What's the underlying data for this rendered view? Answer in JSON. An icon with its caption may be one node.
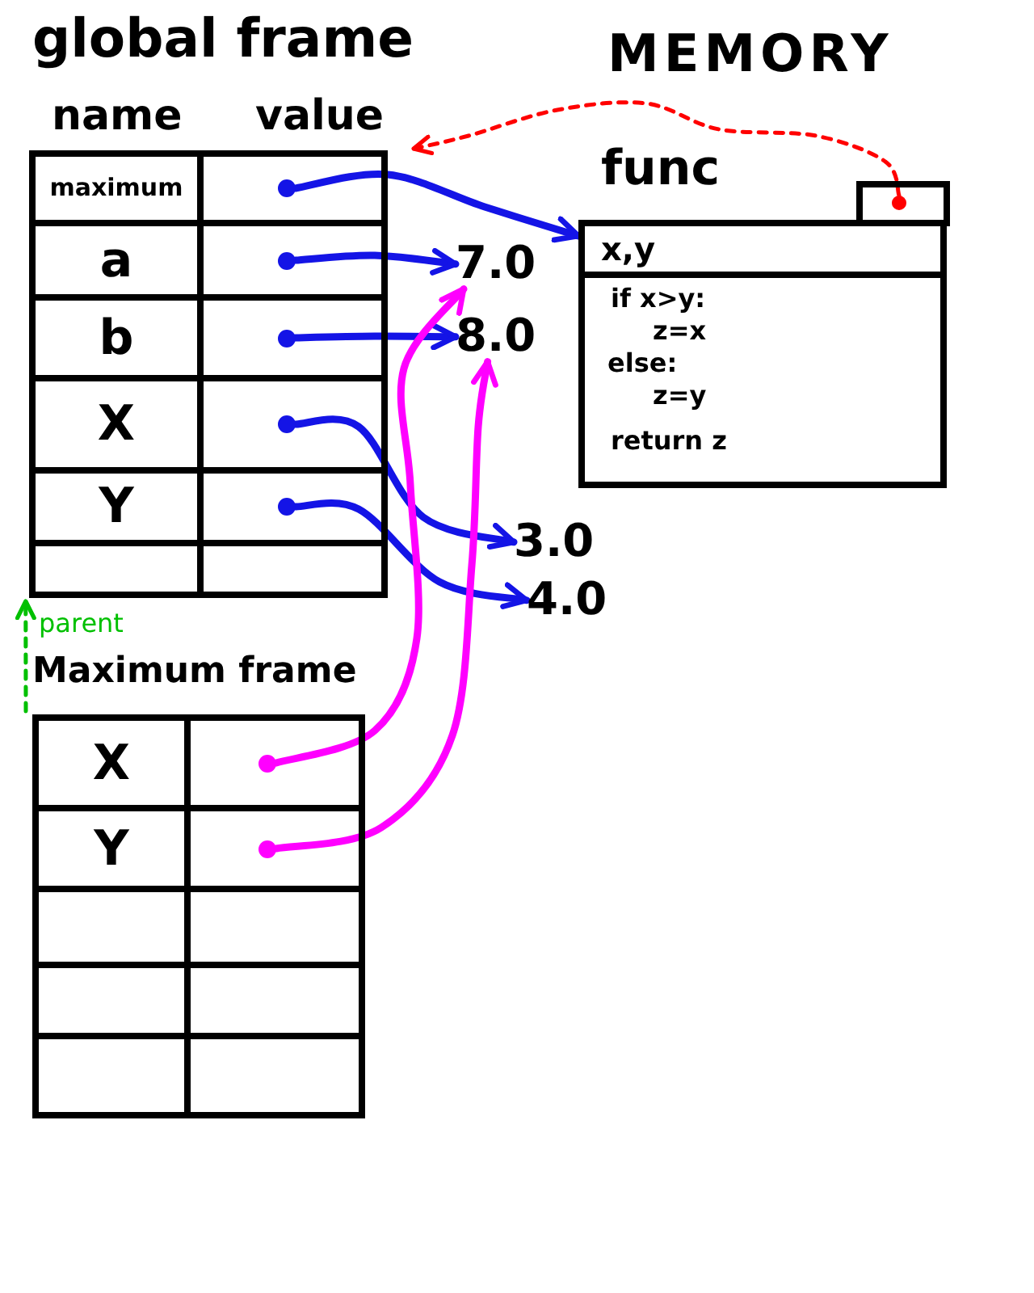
{
  "diagram": {
    "nodes": [
      {
        "text": [
          "global frame",
          "name",
          "value"
        ]
      },
      {
        "text": [
          "maximum"
        ],
        "in": 0
      },
      {
        "text": [],
        "shape": "box",
        "in": 0
      },
      {
        "text": [],
        "shape": "circle",
        "in": 2
      },
      {
        "text": [
          "a"
        ],
        "in": 0
      },
      {
        "text": [],
        "shape": "box",
        "in": 0
      },
      {
        "text": [],
        "shape": "circle",
        "in": 5
      },
      {
        "text": [
          "b"
        ],
        "in": 0
      },
      {
        "text": [],
        "shape": "box",
        "in": 0
      },
      {
        "text": [],
        "shape": "circle",
        "in": 8
      },
      {
        "text": [
          "X"
        ],
        "in": 0
      },
      {
        "text": [],
        "shape": "box",
        "in": 0
      },
      {
        "text": [],
        "shape": "circle",
        "in": 11
      },
      {
        "text": [
          "Y"
        ],
        "in": 0
      },
      {
        "text": [],
        "shape": "box",
        "in": 0
      },
      {
        "text": [],
        "shape": "circle",
        "in": 14
      },
      {
        "text": [],
        "shape": "box",
        "in": 0
      },
      {
        "text": [],
        "shape": "box",
        "in": 0
      },
      {
        "text": [
          "7.0"
        ]
      },
      {
        "text": [
          "8.0"
        ]
      },
      {
        "text": [
          "3.0"
        ]
      },
      {
        "text": [
          "4.0"
        ]
      },
      {
        "text": [
          "func"
        ]
      },
      {
        "text": [],
        "shape": "box",
        "in": 22
      },
      {
        "text": [],
        "shape": "circle",
        "in": 23
      },
      {
        "text": [
          "x,y"
        ],
        "in": 22
      },
      {
        "text": [
          "if x>y:",
          "z=x",
          "else:",
          "z=y",
          "return z"
        ],
        "in": 22
      },
      {
        "text": [
          "Maximum frame"
        ]
      },
      {
        "text": [
          "X"
        ],
        "in": 27
      },
      {
        "text": [],
        "shape": "box",
        "in": 27
      },
      {
        "text": [],
        "shape": "circle",
        "in": 29
      },
      {
        "text": [
          "Y"
        ],
        "in": 27
      },
      {
        "text": [],
        "shape": "box",
        "in": 27
      },
      {
        "text": [],
        "shape": "circle",
        "in": 32
      },
      {
        "text": [],
        "shape": "box",
        "in": 27
      },
      {
        "text": [],
        "shape": "box",
        "in": 27
      },
      {
        "text": [],
        "shape": "box",
        "in": 27
      },
      {
        "text": [],
        "shape": "box",
        "in": 27
      },
      {
        "text": [],
        "shape": "box",
        "in": 27
      },
      {
        "text": [],
        "shape": "box",
        "in": 27
      }
    ],
    "edges": [
      {
        "from": 3,
        "to": 22,
        "arrow": "to"
      },
      {
        "from": 6,
        "to": 18,
        "arrow": "to"
      },
      {
        "from": 9,
        "to": 19,
        "arrow": "to"
      },
      {
        "from": 12,
        "to": 20,
        "arrow": "to"
      },
      {
        "from": 15,
        "to": 21,
        "arrow": "to"
      },
      {
        "from": 30,
        "to": 18,
        "arrow": "to",
        "color": "#ff00ff"
      },
      {
        "from": 33,
        "to": 19,
        "arrow": "to",
        "color": "#ff00ff"
      },
      {
        "from": 24,
        "to": 0,
        "arrow": "to",
        "style": "dashed",
        "color": "#ff0000"
      },
      {
        "from": 27,
        "to": 0,
        "arrow": "to",
        "label": "parent",
        "style": "dashed",
        "color": "#00c000"
      }
    ],
    "labels": [
      "MEMORY"
    ]
  }
}
